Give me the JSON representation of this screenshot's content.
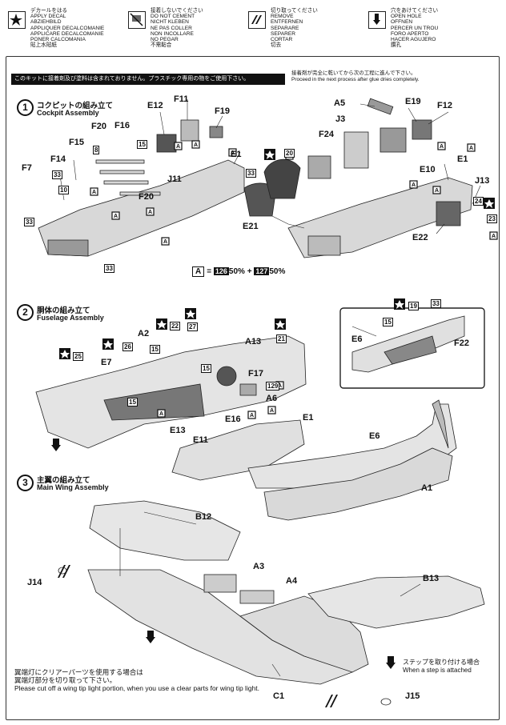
{
  "legend": [
    {
      "icon": "decal-icon",
      "lines": [
        "デカールをはる",
        "APPLY DECAL",
        "ABZIEHBILD",
        "APPLIQUER DECALCOMANIE",
        "APPLICARE DECALCOMANIE",
        "PONER CALCOMANIA",
        "貼上水貼紙"
      ]
    },
    {
      "icon": "no-cement-icon",
      "lines": [
        "接着しないでください",
        "DO NOT CEMENT",
        "NICHT KLEBEN",
        "NE PAS COLLER",
        "NON INCOLLARE",
        "NO PEGAR",
        "不需黏合"
      ]
    },
    {
      "icon": "remove-icon",
      "lines": [
        "切り取ってください",
        "REMOVE",
        "ENTFERNEN",
        "SEPARARE",
        "SEPARER",
        "CORTAR",
        "切去"
      ]
    },
    {
      "icon": "open-hole-icon",
      "lines": [
        "穴をあけてください",
        "OPEN HOLE",
        "OFFNEN",
        "PERCER UN TROU",
        "FORO APERTO",
        "HACER AGUJERO",
        "鑽孔"
      ]
    }
  ],
  "notice": {
    "black_bar": "このキットに接着剤及び塗料は含まれておりません。プラスチック専用の物をご使用下さい。",
    "right_jp": "接着剤が完全に乾いてから次の工程に進んで下さい。",
    "right_en": "Proceed in the next process after glue dries completely."
  },
  "steps": [
    {
      "num": "1",
      "jp": "コクピットの組み立て",
      "en": "Cockpit Assembly"
    },
    {
      "num": "2",
      "jp": "胴体の組み立て",
      "en": "Fuselage Assembly"
    },
    {
      "num": "3",
      "jp": "主翼の組み立て",
      "en": "Main Wing Assembly"
    }
  ],
  "paint": {
    "box": "A",
    "eq": "=",
    "c1": "126",
    "p1": "50%",
    "plus": "+",
    "c2": "127",
    "p2": "50%"
  },
  "labels": {
    "F11": "F11",
    "E12": "E12",
    "F19": "F19",
    "F20a": "F20",
    "F16": "F16",
    "F15": "F15",
    "F14": "F14",
    "F7": "F7",
    "J11": "J11",
    "F20b": "F20",
    "E1a": "E1",
    "E21": "E21",
    "A5": "A5",
    "E19": "E19",
    "F12b": "F12",
    "J3": "J3",
    "F24": "F24",
    "E10": "E10",
    "E1b": "E1",
    "J13": "J13",
    "E22": "E22",
    "A2": "A2",
    "E7": "E7",
    "A13": "A13",
    "F17": "F17",
    "A6": "A6",
    "E13": "E13",
    "E16": "E16",
    "E11": "E11",
    "E1c": "E1",
    "E6a": "E6",
    "F22": "F22",
    "E6b": "E6",
    "A1": "A1",
    "B12": "B12",
    "A3": "A3",
    "A4": "A4",
    "J14": "J14",
    "B13": "B13",
    "C1": "C1",
    "J15": "J15"
  },
  "nums": {
    "n33a": "33",
    "n10": "10",
    "n8": "8",
    "n15a": "15",
    "n33b": "33",
    "n33c": "33",
    "n20": "20",
    "n24": "24",
    "n23": "23",
    "n22": "22",
    "n27": "27",
    "n26": "26",
    "n25": "25",
    "n15b": "15",
    "n21": "21",
    "n15c": "15",
    "n129": "129",
    "n15d": "15",
    "n19": "19",
    "n33d": "33",
    "n15e": "15"
  },
  "tip": {
    "jp1": "翼端灯にクリアーパーツを使用する場合は",
    "jp2": "翼端灯部分を切り取って下さい。",
    "en": "Please cut off a wing tip light portion, when you use a clear parts for wing tip light."
  },
  "step_note": {
    "jp": "ステップを取り付ける場合",
    "en": "When a step is attached"
  }
}
